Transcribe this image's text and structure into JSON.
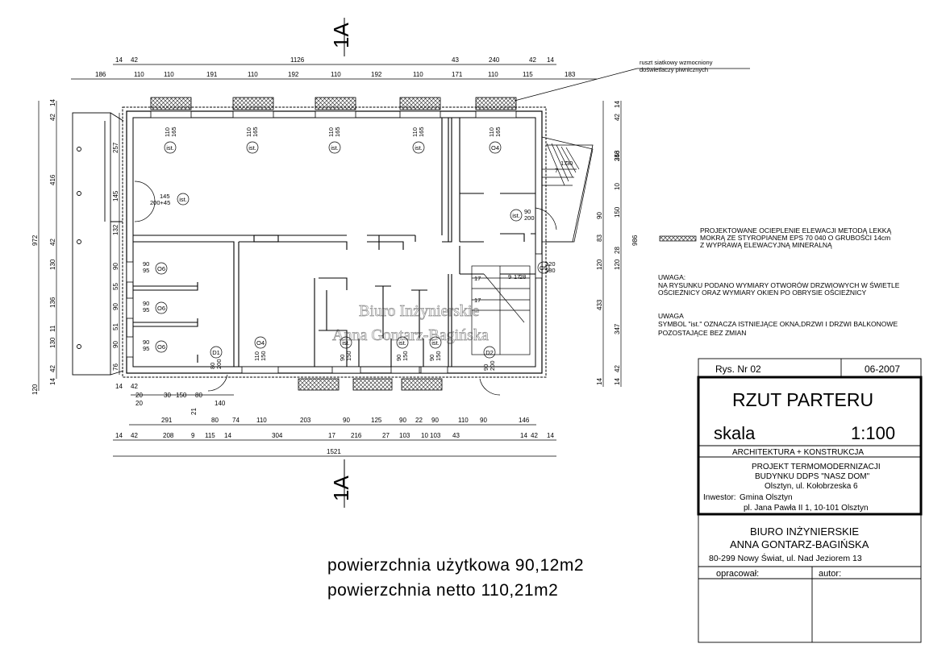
{
  "section_marker": "1A",
  "dims_top_row1": [
    "14",
    "42",
    "1126",
    "43",
    "240",
    "42",
    "14"
  ],
  "dims_top_row2": [
    "186",
    "110",
    "110",
    "191",
    "110",
    "192",
    "110",
    "192",
    "110",
    "171",
    "110",
    "115",
    "183"
  ],
  "dims_bottom_row1": [
    "291",
    "80",
    "74",
    "110",
    "203",
    "90",
    "125",
    "90",
    "22",
    "90",
    "110",
    "90",
    "146"
  ],
  "dims_bottom_row2": [
    "14",
    "42",
    "208",
    "9",
    "115",
    "14",
    "304",
    "17",
    "216",
    "27",
    "103",
    "10",
    "103",
    "43",
    "14",
    "42",
    "14"
  ],
  "dim_total_bottom": "1521",
  "dims_left_outer": [
    "14",
    "42",
    "416",
    "42",
    "972",
    "120"
  ],
  "dims_left_inner": [
    "257",
    "145",
    "132",
    "130",
    "136",
    "130"
  ],
  "dims_left_small": [
    "90",
    "55",
    "90",
    "51",
    "11",
    "90",
    "42",
    "76",
    "14"
  ],
  "dims_right_outer": [
    "14",
    "42",
    "346",
    "10",
    "986",
    "28",
    "120",
    "433",
    "14",
    "42",
    "14"
  ],
  "dims_right_inner": [
    "253",
    "150",
    "90",
    "83",
    "120",
    "347"
  ],
  "dims_bottom_strip": [
    "14",
    "42",
    "20",
    "30",
    "150",
    "80",
    "20",
    "21",
    "140"
  ],
  "openings": [
    {
      "w": "110",
      "h": "165",
      "tag": "ist."
    },
    {
      "w": "110",
      "h": "165",
      "tag": "ist."
    },
    {
      "w": "110",
      "h": "165",
      "tag": "ist."
    },
    {
      "w": "110",
      "h": "165",
      "tag": "ist."
    },
    {
      "w": "110",
      "h": "165",
      "tag": "O4"
    },
    {
      "w": "145",
      "h": "200+45",
      "tag": "ist."
    },
    {
      "w": "90",
      "h": "200",
      "tag": "ist."
    },
    {
      "w": "120",
      "h": "180",
      "tag": "O5"
    },
    {
      "w": "90",
      "h": "95",
      "tag": "O6"
    },
    {
      "w": "90",
      "h": "95",
      "tag": "O6"
    },
    {
      "w": "90",
      "h": "95",
      "tag": "O6"
    },
    {
      "w": "80",
      "h": "200",
      "tag": "D1"
    },
    {
      "w": "110",
      "h": "150",
      "tag": "O4"
    },
    {
      "w": "90",
      "h": "150",
      "tag": "ist."
    },
    {
      "w": "90",
      "h": "150",
      "tag": "ist."
    },
    {
      "w": "90",
      "h": "150",
      "tag": "ist."
    },
    {
      "w": "90",
      "h": "200",
      "tag": "D2"
    }
  ],
  "stairs_labels": [
    "7",
    "17",
    "30",
    "9",
    "17",
    "28",
    "17",
    "17"
  ],
  "callout_grille": "ruszt siatkowy wzmocniony\ndoświetlaczy piwnicznych",
  "legend_insulation": "PROJEKTOWANE OCIEPLENIE ELEWACJI METODĄ LEKKĄ\nMOKRĄ ZE STYROPIANEM EPS 70 040 O GRUBOŚCI 14cm\nZ WYPRAWĄ ELEWACYJNĄ MINERALNĄ",
  "note1_title": "UWAGA:",
  "note1_text": "NA RYSUNKU PODANO WYMIARY OTWORÓW DRZWIOWYCH W ŚWIETLE\nOŚCIEŻNICY ORAZ WYMIARY OKIEN PO OBRYSIE OŚCIEŻNICY",
  "note2_title": "UWAGA",
  "note2_text": "SYMBOL \"ist.\" OZNACZA ISTNIEJĄCE OKNA,DRZWI I DRZWI BALKONOWE\nPOZOSTAJĄCE BEZ ZMIAN",
  "watermark_line1": "Biuro Inżynierskie",
  "watermark_line2": "Anna Gontarz-Bagińska",
  "area_usable": "powierzchnia użytkowa 90,12m2",
  "area_net": "powierzchnia netto 110,21m2",
  "title_block": {
    "rys": "Rys. Nr 02",
    "date": "06-2007",
    "title": "RZUT PARTERU",
    "scale_label": "skala",
    "scale_value": "1:100",
    "discipline": "ARCHITEKTURA + KONSTRUKCJA",
    "project_line1": "PROJEKT TERMOMODERNIZACJI",
    "project_line2": "BUDYNKU DDPS \"NASZ DOM\"",
    "project_line3": "Olsztyn, ul. Kołobrzeska 6",
    "investor_label": "Inwestor:",
    "investor_line1": "Gmina Olsztyn",
    "investor_line2": "pl. Jana Pawła II 1, 10-101 Olsztyn",
    "office_line1": "BIURO INŻYNIERSKIE",
    "office_line2": "ANNA GONTARZ-BAGIŃSKA",
    "office_line3": "80-299 Nowy Świat, ul. Nad Jeziorem 13",
    "prepared_label": "opracował:",
    "author_label": "autor:"
  }
}
